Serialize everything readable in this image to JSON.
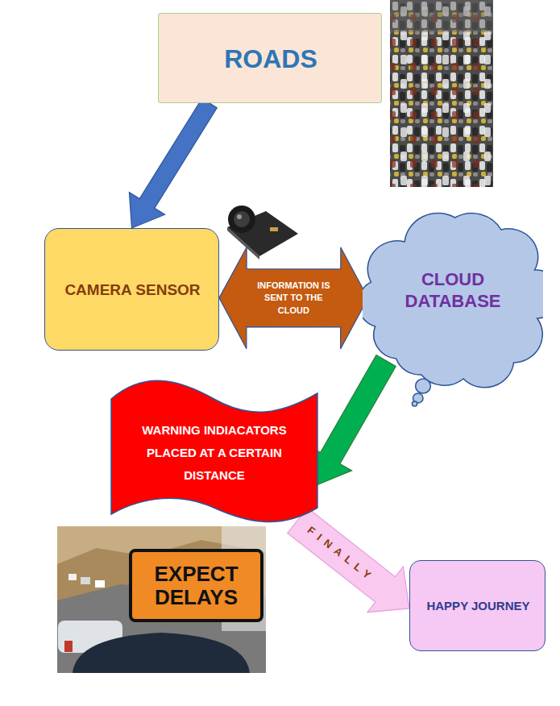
{
  "diagram": {
    "nodes": [
      {
        "text": [
          "ROADS"
        ]
      },
      {
        "text": [
          "CAMERA SENSOR"
        ]
      },
      {
        "text": [
          "CLOUD DATABASE"
        ]
      },
      {
        "text": [
          "WARNING INDIACATORS PLACED AT A CERTAIN DISTANCE"
        ]
      },
      {
        "text": [
          "HAPPY JOURNEY"
        ]
      }
    ],
    "edges": [
      {
        "from": 0,
        "to": 1,
        "arrow": "to"
      },
      {
        "from": 1,
        "to": 2,
        "label": "INFORMATION IS SENT TO THE CLOUD",
        "arrow": "both"
      },
      {
        "from": 2,
        "to": 3,
        "arrow": "to"
      },
      {
        "from": 3,
        "to": 4,
        "label": "FINALLY",
        "arrow": "to"
      }
    ],
    "labels": [
      "EXPECT DELAYS"
    ]
  }
}
